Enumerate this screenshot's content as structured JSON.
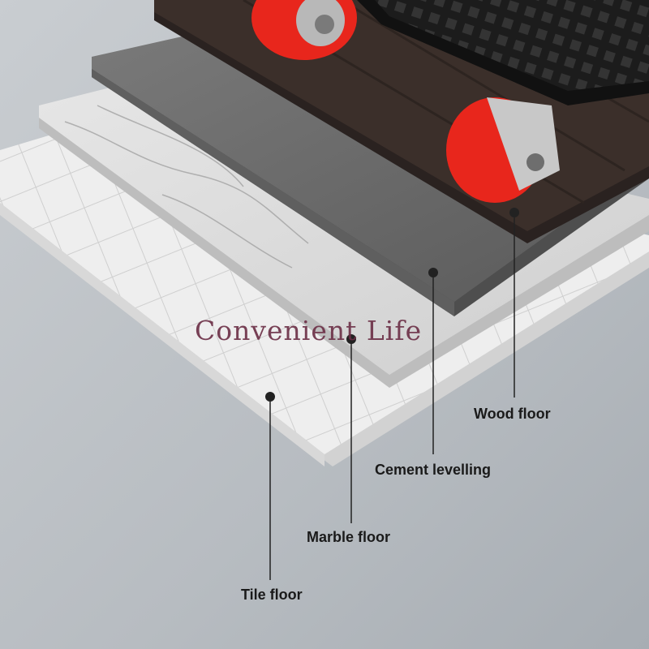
{
  "watermark": "Convenient Life",
  "callouts": {
    "wood": "Wood floor",
    "cement": "Cement levelling",
    "marble": "Marble floor",
    "tile": "Tile floor"
  },
  "colors": {
    "background": "#b9bec3",
    "wheel": "#e8261c",
    "pad": "#1e1e1e",
    "wood": "#3b2f2a",
    "cement": "#676767",
    "marble": "#d9d9d9",
    "tile": "#ececec"
  }
}
